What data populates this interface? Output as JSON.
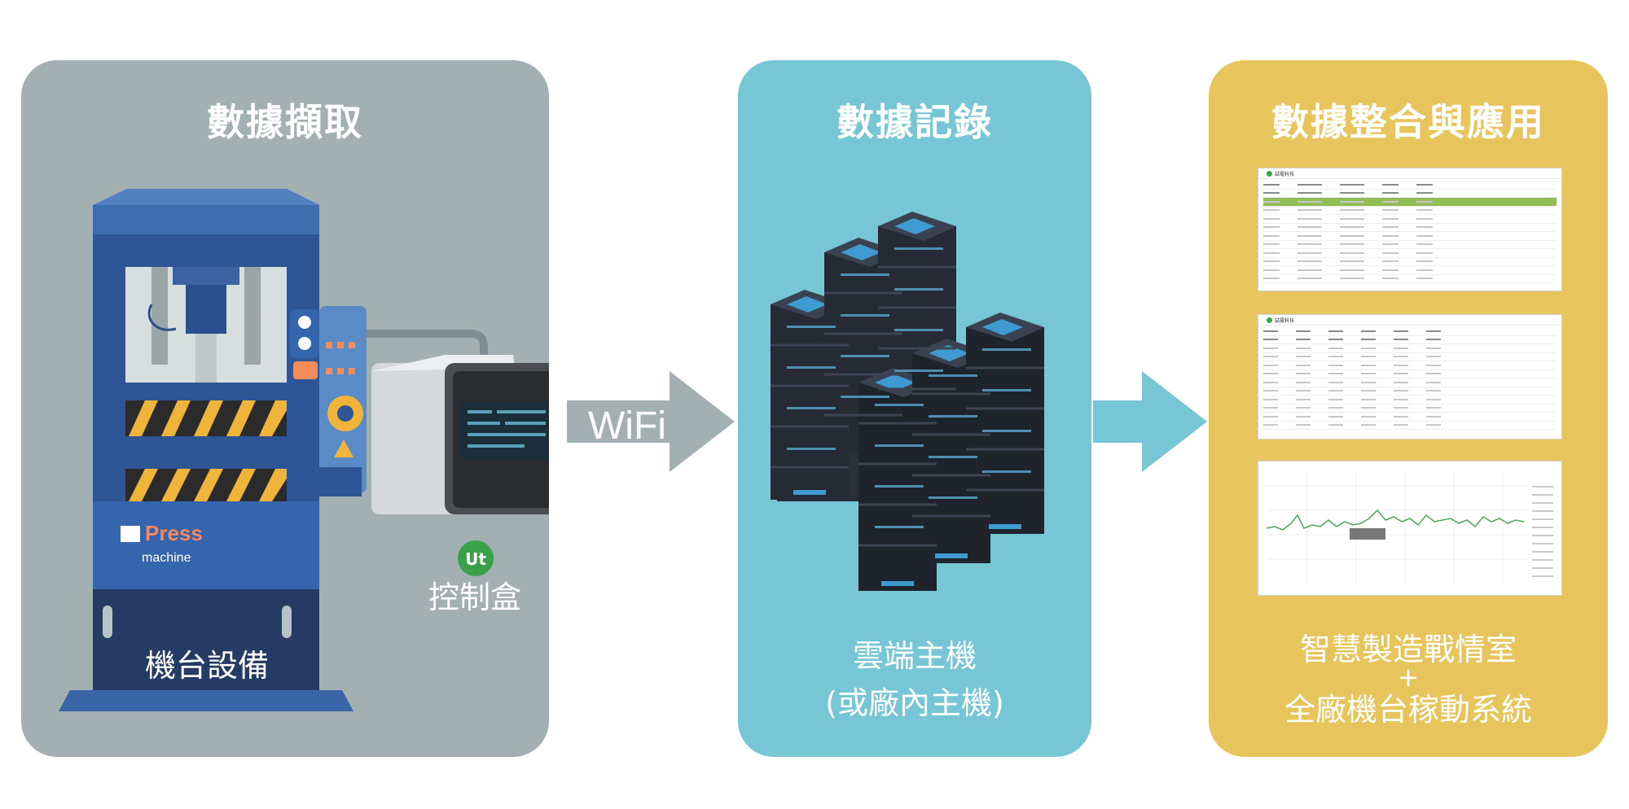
{
  "panels": {
    "capture": {
      "title": "數據擷取",
      "machine_label": "機台設備",
      "controller_label": "控制盒",
      "press_logo": "Press",
      "press_logo_sub": "machine"
    },
    "record": {
      "title": "數據記錄",
      "line1": "雲端主機",
      "line2": "(或廠內主機)"
    },
    "apply": {
      "title": "數據整合與應用",
      "line1": "智慧製造戰情室",
      "line2": "+",
      "line3": "全廠機台稼動系統"
    }
  },
  "connector": {
    "wifi_label": "WiFi"
  },
  "screenshots": {
    "brand": "喆電科技"
  },
  "colors": {
    "capture_panel": "#a2b0b1",
    "record_panel": "#76c6d5",
    "apply_panel": "#e7c45c",
    "wifi_arrow": "#a2b0b1",
    "record_arrow": "#76c6d5",
    "brand_green": "#3aa14a"
  }
}
